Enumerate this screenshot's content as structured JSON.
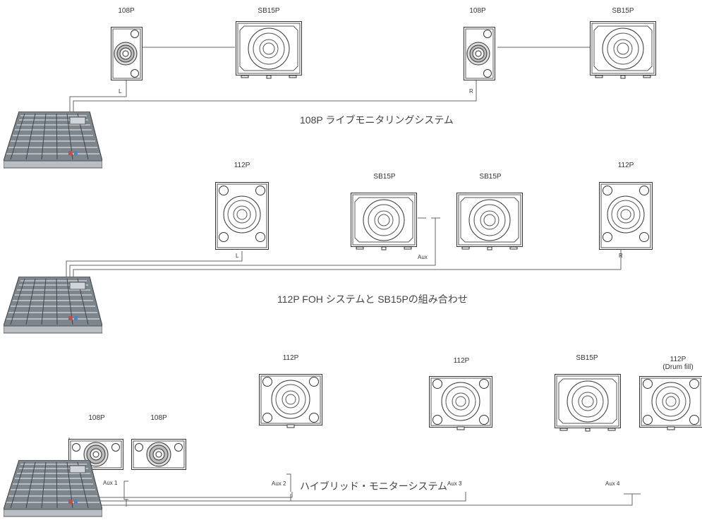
{
  "section1": {
    "caption": "108P ライブモニタリングシステム",
    "labels": {
      "left_monitor": "108P",
      "left_sub": "SB15P",
      "right_monitor": "108P",
      "right_sub": "SB15P"
    },
    "tags": {
      "left": "L",
      "right": "R"
    }
  },
  "section2": {
    "caption": "112P FOH システムと SB15Pの組み合わせ",
    "labels": {
      "left_main": "112P",
      "sub_a": "SB15P",
      "sub_b": "SB15P",
      "right_main": "112P"
    },
    "tags": {
      "left": "L",
      "aux": "Aux",
      "right": "R"
    }
  },
  "section3": {
    "caption": "ハイブリッド・モニターシステム",
    "labels": {
      "mon_a": "108P",
      "mon_b": "108P",
      "wedge_a": "112P",
      "wedge_b": "112P",
      "sub": "SB15P",
      "drum_fill": "112P",
      "drum_fill_note": "(Drum fill)"
    },
    "tags": {
      "aux1": "Aux 1",
      "aux2": "Aux 2",
      "aux3": "Aux 3",
      "aux4": "Aux 4"
    }
  }
}
